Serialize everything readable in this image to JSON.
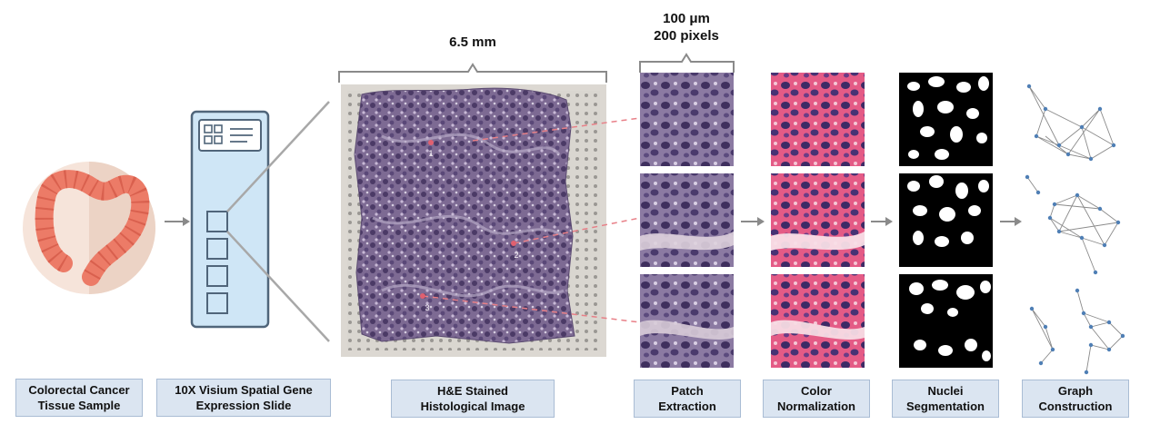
{
  "dimensions": {
    "slide_width": "6.5 mm",
    "patch_size_line1": "100 μm",
    "patch_size_line2": "200 pixels"
  },
  "steps": [
    {
      "line1": "Colorectal Cancer",
      "line2": "Tissue Sample"
    },
    {
      "line1": "10X Visium Spatial Gene",
      "line2": "Expression Slide"
    },
    {
      "line1": "H&E Stained",
      "line2": "Histological Image"
    },
    {
      "line1": "Patch",
      "line2": "Extraction"
    },
    {
      "line1": "Color",
      "line2": "Normalization"
    },
    {
      "line1": "Nuclei",
      "line2": "Segmentation"
    },
    {
      "line1": "Graph",
      "line2": "Construction"
    }
  ],
  "spot_labels": [
    "1",
    "2",
    "3"
  ],
  "colors": {
    "label_fill": "#dbe5f1",
    "he_stain": "#6f5a86",
    "normalized_stain": "#e8648f",
    "colon": "#ec7b67",
    "slide_fill": "#cfe6f6",
    "graph_node": "#4f7fb5"
  }
}
